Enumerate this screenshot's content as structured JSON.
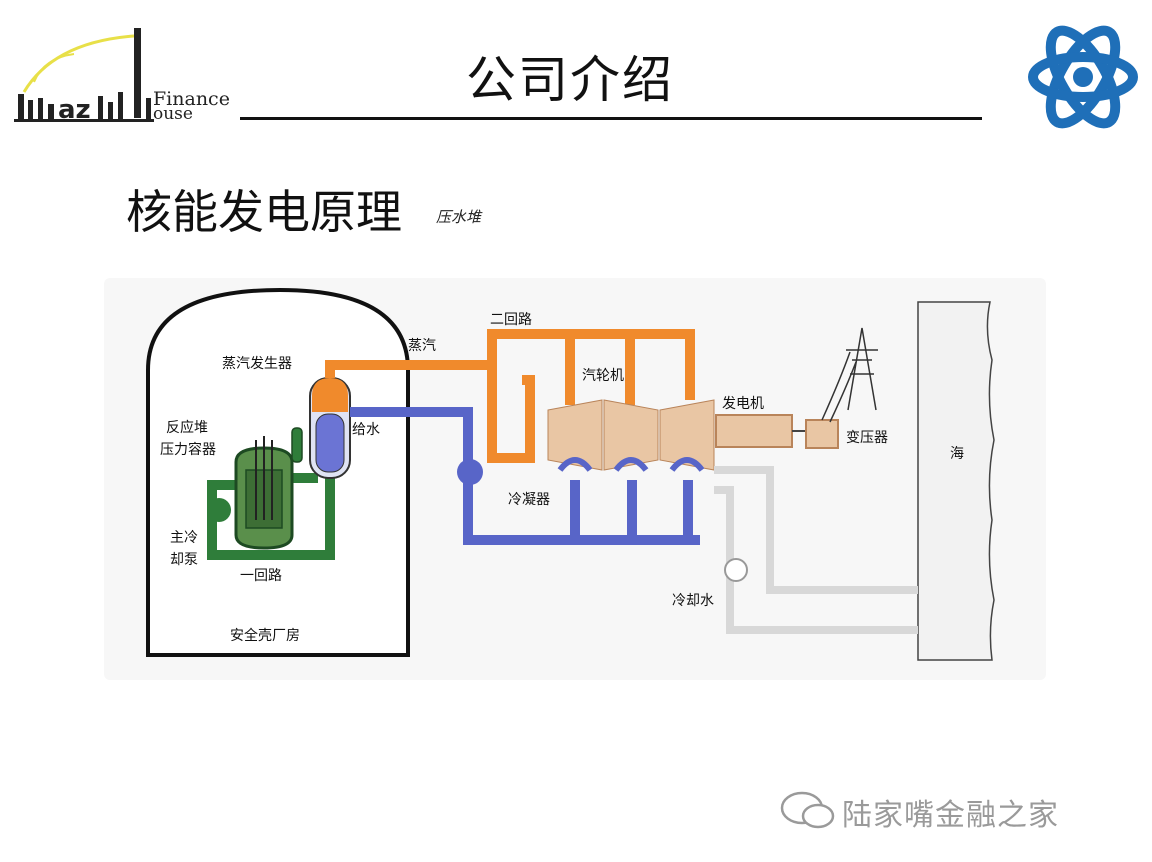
{
  "header": {
    "title": "公司介绍",
    "logo_text_finance": "Finance",
    "logo_text_house": "ouse"
  },
  "subtitle": {
    "main": "核能发电原理",
    "small": "压水堆"
  },
  "diagram": {
    "labels": {
      "steam_generator": "蒸汽发生器",
      "steam": "蒸汽",
      "secondary_loop": "二回路",
      "turbine": "汽轮机",
      "generator": "发电机",
      "transformer": "变压器",
      "sea": "海",
      "reactor_line1": "反应堆",
      "reactor_line2": "压力容器",
      "feedwater": "给水",
      "main_pump_line1": "主冷",
      "main_pump_line2": "却泵",
      "primary_loop": "一回路",
      "condenser": "冷凝器",
      "cooling_water": "冷却水",
      "containment": "安全壳厂房"
    },
    "colors": {
      "primary_loop": "#2f7d3a",
      "steam_line": "#f08a2c",
      "feedwater_line": "#5865c8",
      "cooling_line": "#d8d8d8"
    }
  },
  "watermark": {
    "text": "陆家嘴金融之家",
    "icon": "wechat-icon"
  }
}
